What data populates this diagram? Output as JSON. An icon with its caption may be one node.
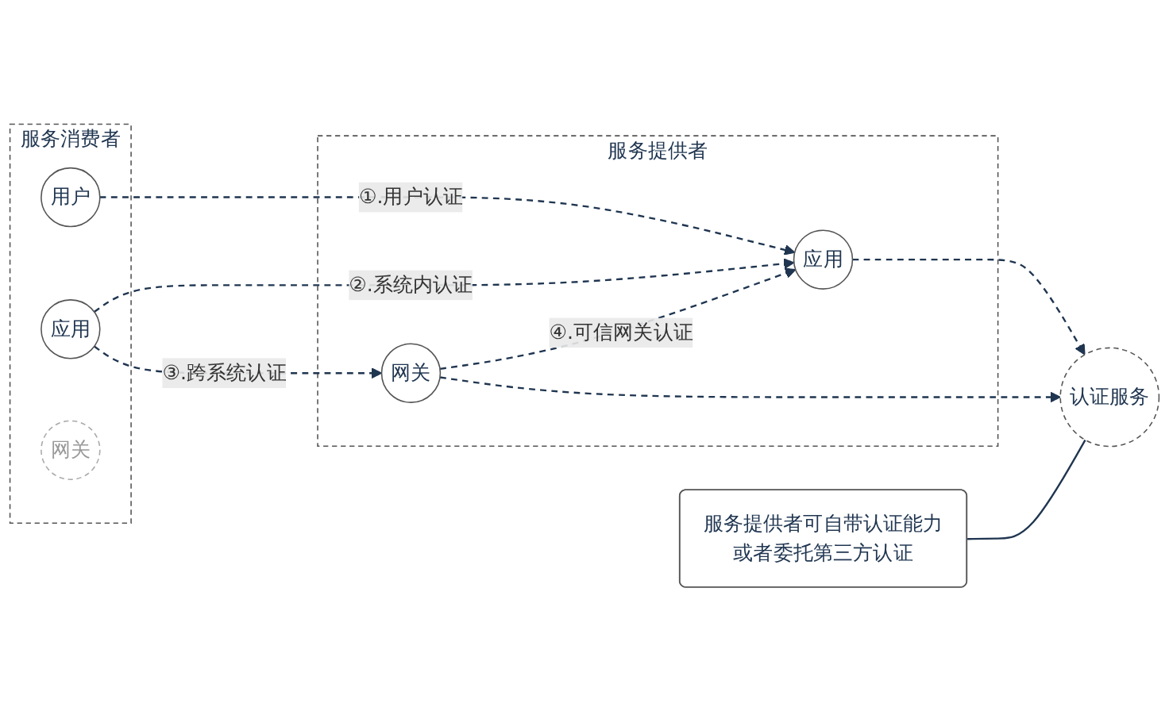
{
  "diagram": {
    "nodes": [
      {
        "text": [
          "服务消费者"
        ]
      },
      {
        "text": [
          "用户"
        ],
        "in": 0
      },
      {
        "text": [
          "应用"
        ],
        "in": 0
      },
      {
        "text": [
          "网关"
        ],
        "in": 0
      },
      {
        "text": [
          "服务提供者"
        ]
      },
      {
        "text": [
          "应用"
        ],
        "in": 4
      },
      {
        "text": [
          "网关"
        ],
        "in": 4
      },
      {
        "text": [
          "认证服务"
        ]
      },
      {
        "text": [
          "服务提供者可自带认证能力或者委托第三方认证"
        ]
      }
    ],
    "edges": [
      {
        "from": 1,
        "to": 5,
        "arrow": "to",
        "label": "①.用户认证",
        "style": "dashed"
      },
      {
        "from": 2,
        "to": 5,
        "arrow": "to",
        "label": "②.系统内认证",
        "style": "dashed"
      },
      {
        "from": 2,
        "to": 6,
        "arrow": "to",
        "label": "③.跨系统认证",
        "style": "dashed"
      },
      {
        "from": 6,
        "to": 5,
        "arrow": "to",
        "label": "④.可信网关认证",
        "style": "dashed"
      },
      {
        "from": 5,
        "to": 7,
        "arrow": "to",
        "style": "dashed"
      },
      {
        "from": 6,
        "to": 7,
        "arrow": "to",
        "style": "dashed"
      },
      {
        "from": 8,
        "to": 7,
        "arrow": "none"
      }
    ]
  }
}
